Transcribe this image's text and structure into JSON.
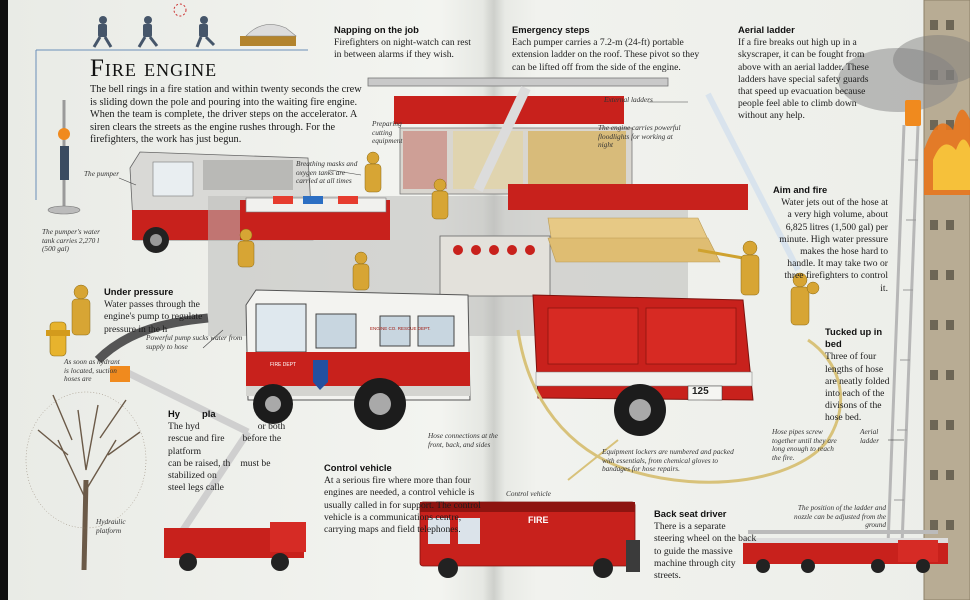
{
  "title": "Fire engine",
  "intro": "The bell rings in a fire station and within twenty seconds the crew is sliding down the pole and pouring into the waiting fire engine. When the team is complete, the driver steps on the accelerator. A siren clears the streets as the engine rushes through. For the firefighters, the work has just begun.",
  "napping": {
    "heading": "Napping on the job",
    "body": "Firefighters on night-watch can rest in between alarms if they wish."
  },
  "emergency": {
    "heading": "Emergency steps",
    "body": "Each pumper carries a 7.2-m (24-ft) portable extension ladder on the roof. These pivot so they can be lifted off from the side of the engine."
  },
  "aerial": {
    "heading": "Aerial ladder",
    "body": "If a fire breaks out high up in a skyscraper, it can be fought from above with an aerial ladder. These ladders have special safety guards that speed up evacuation because people feel able to climb down without any help."
  },
  "aim": {
    "heading": "Aim and fire",
    "body": "Water jets out of the hose at a very high volume, about 6,825 litres (1,500 gal) per minute. High water pressure makes the hose hard to handle. It may take two or three firefighters to control it."
  },
  "tucked": {
    "heading": "Tucked up in bed",
    "body": "Three of four lengths of hose are neatly folded into each of the divisons of the hose bed."
  },
  "pressure": {
    "heading": "Under pressure",
    "body": "Water passes through the engine's pump to regulate pressure in the h"
  },
  "hydraulic": {
    "heading_part": "Hy",
    "heading_tail": "pla",
    "body_a": "The hyd",
    "body_b": "or both",
    "body_c": "rescue and fire",
    "body_d": "before the platform",
    "body_e": "can be raised, th",
    "body_f": "must be stabilized on",
    "body_g": "steel legs calle"
  },
  "control": {
    "heading": "Control vehicle",
    "body": "At a serious fire where more than four engines are needed, a control vehicle is usually called in for support. The control vehicle is a communications centre, carrying maps and field telephones."
  },
  "backseat": {
    "heading": "Back seat driver",
    "body": "There is a separate steering wheel on the back to guide the massive machine through city streets."
  },
  "captions": {
    "pumper": "The pumper",
    "tank": "The pumper's water tank carries 2,270 l (500 gal)",
    "preparing": "Preparing cutting equipment",
    "breathing": "Breathing masks and oxygen tanks are carried at all times",
    "external": "External ladders",
    "floodlights": "The engine carries powerful floodlights for working at night",
    "pump_sucks": "Powerful pump sucks water from supply to hose",
    "hydrant": "As soon as hydrant is located, suction hoses are",
    "hose_conn": "Hose connections at the front, back, and sides",
    "lockers": "Equipment lockers are numbered and packed with essentials, from chemical gloves to bandages for hose repairs.",
    "hose_pipes": "Hose pipes screw together until they are long enough to reach the fire.",
    "aerial_ladder": "Aerial ladder",
    "platform": "Hydraulic platform",
    "control_vehicle": "Control vehicle",
    "position": "The position of the ladder and nozzle can be adjusted from the ground"
  },
  "vehicle_text": {
    "fire": "FIRE",
    "unit": "125",
    "door": "FIRE DEPT",
    "cab": "ENGINE CO. RESCUE DEPT."
  },
  "colors": {
    "red": "#c8211c",
    "dark_red": "#8d1410",
    "hose": "#e7c985",
    "firefighter": "#d7a534",
    "page": "#eceee9"
  }
}
